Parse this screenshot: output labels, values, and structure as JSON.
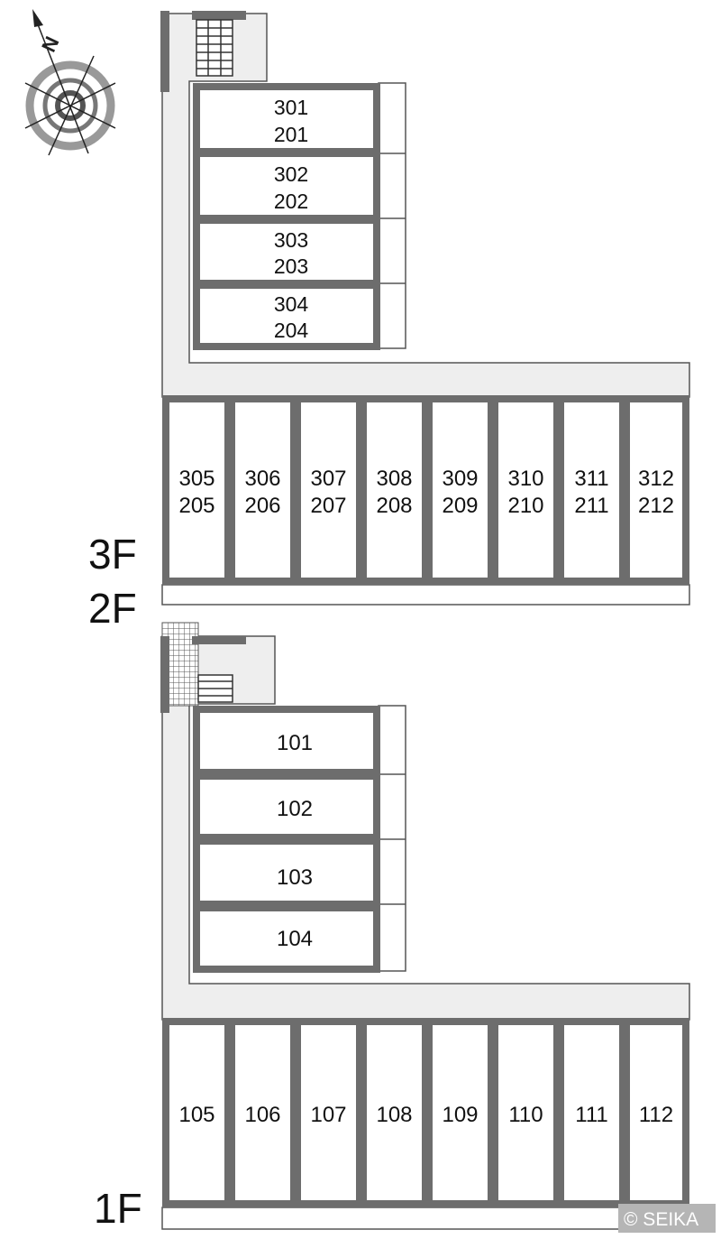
{
  "compass": {
    "label": "N",
    "icon": "compass-rose-icon"
  },
  "floor_labels": {
    "upper_3f": "3F",
    "upper_2f": "2F",
    "ground_1f": "1F"
  },
  "credit": "© SEIKA",
  "upper": {
    "north_wing": [
      [
        "301",
        "201"
      ],
      [
        "302",
        "202"
      ],
      [
        "303",
        "203"
      ],
      [
        "304",
        "204"
      ]
    ],
    "south_wing": [
      [
        "305",
        "205"
      ],
      [
        "306",
        "206"
      ],
      [
        "307",
        "207"
      ],
      [
        "308",
        "208"
      ],
      [
        "309",
        "209"
      ],
      [
        "310",
        "210"
      ],
      [
        "311",
        "211"
      ],
      [
        "312",
        "212"
      ]
    ]
  },
  "ground": {
    "north_wing": [
      "101",
      "102",
      "103",
      "104"
    ],
    "south_wing": [
      "105",
      "106",
      "107",
      "108",
      "109",
      "110",
      "111",
      "112"
    ]
  },
  "colors": {
    "wall": "#6d6d6d",
    "corridor": "#eeeeee",
    "line": "#333333",
    "text": "#111111"
  }
}
